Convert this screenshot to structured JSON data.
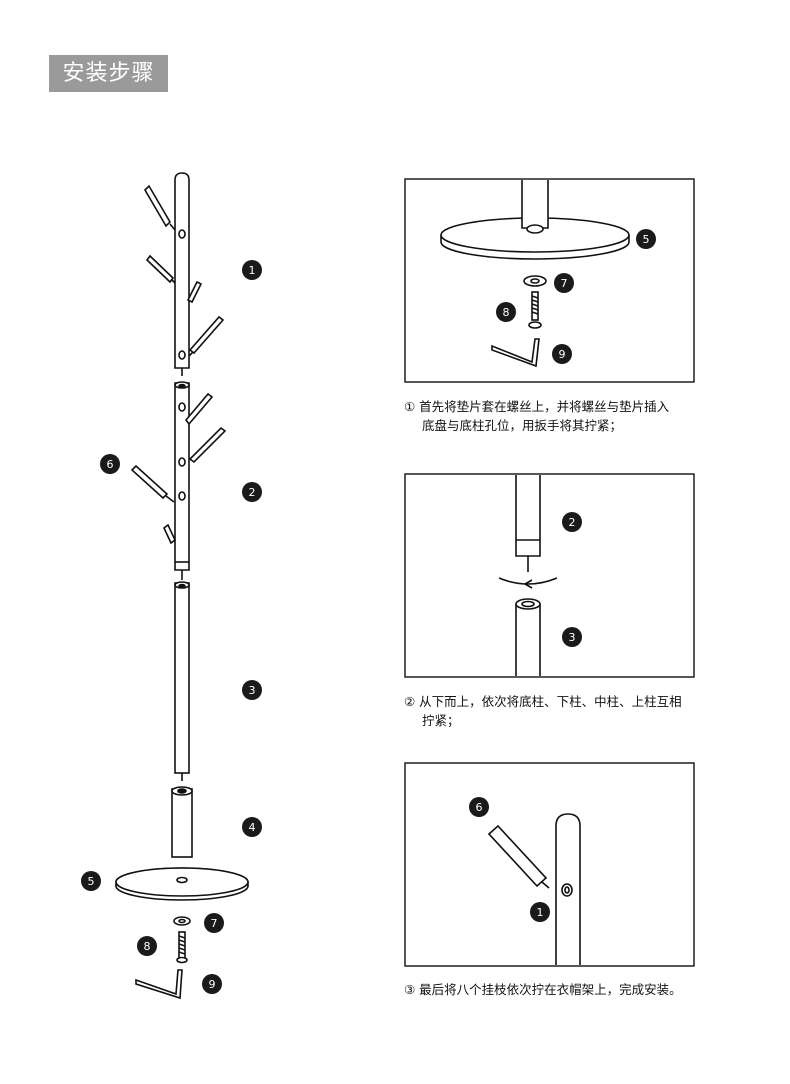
{
  "header": {
    "title": "安装步骤"
  },
  "part_numbers": [
    "1",
    "2",
    "3",
    "4",
    "5",
    "6",
    "7",
    "8",
    "9"
  ],
  "steps": [
    {
      "line1": "① 首先将垫片套在螺丝上，并将螺丝与垫片插入",
      "line2": "底盘与底柱孔位，用扳手将其拧紧；"
    },
    {
      "line1": "② 从下而上，依次将底柱、下柱、中柱、上柱互相",
      "line2": "拧紧；"
    },
    {
      "line1": "③ 最后将八个挂枝依次拧在衣帽架上，完成安装。",
      "line2": ""
    }
  ],
  "colors": {
    "title_bg": "#9a9a9a",
    "badge": "#1a1a1a",
    "stroke": "#111111"
  }
}
